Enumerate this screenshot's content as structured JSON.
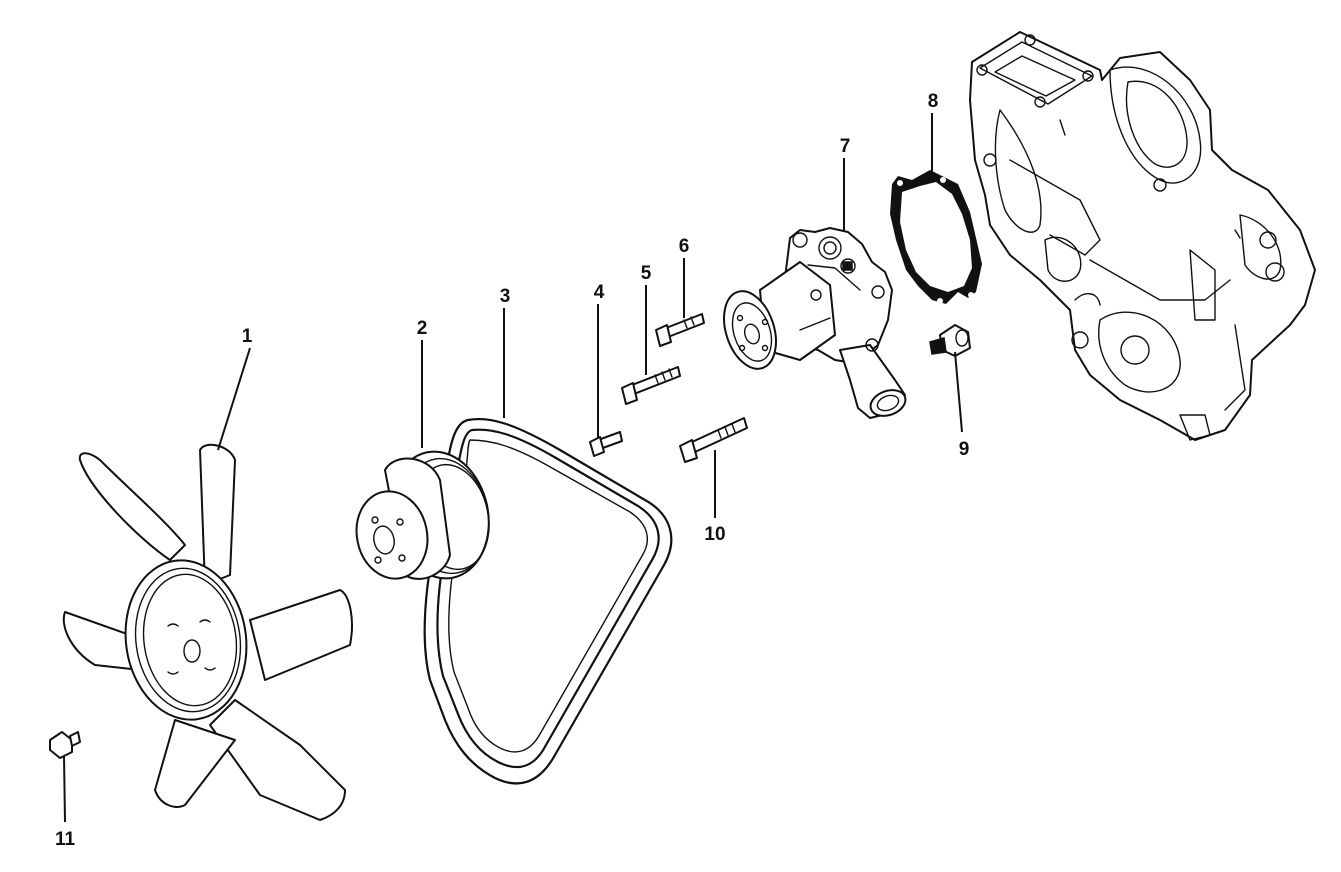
{
  "callouts": [
    {
      "id": "1",
      "label": "1"
    },
    {
      "id": "2",
      "label": "2"
    },
    {
      "id": "3",
      "label": "3"
    },
    {
      "id": "4",
      "label": "4"
    },
    {
      "id": "5",
      "label": "5"
    },
    {
      "id": "6",
      "label": "6"
    },
    {
      "id": "7",
      "label": "7"
    },
    {
      "id": "8",
      "label": "8"
    },
    {
      "id": "9",
      "label": "9"
    },
    {
      "id": "10",
      "label": "10"
    },
    {
      "id": "11",
      "label": "11"
    }
  ],
  "parts": {
    "fan": "fan-icon",
    "pulley": "pulley-icon",
    "belt": "v-belt-icon",
    "bolt_short": "bolt-icon",
    "bolt_medium": "bolt-icon",
    "bolt_long": "bolt-icon",
    "water_pump": "water-pump-icon",
    "gasket": "gasket-icon",
    "sensor": "temperature-sensor-icon",
    "timing_cover": "engine-cover-icon",
    "plug": "drain-plug-icon"
  },
  "colors": {
    "ink": "#111111",
    "paper": "#ffffff"
  }
}
